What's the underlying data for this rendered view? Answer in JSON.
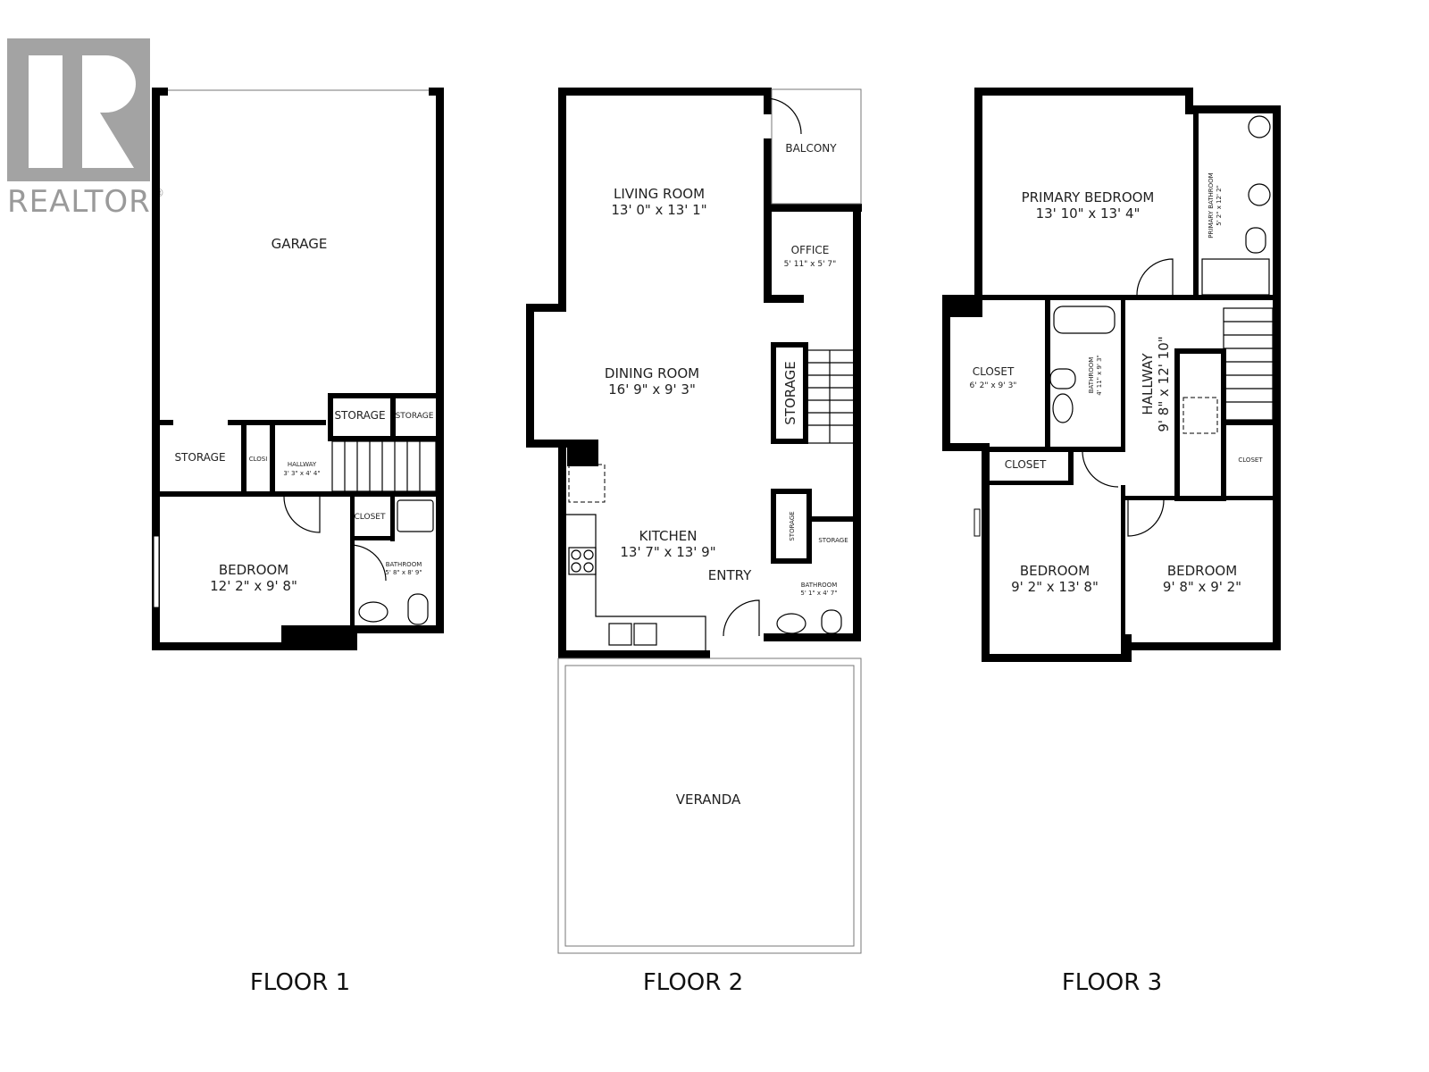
{
  "logo": {
    "text": "REALTOR",
    "mark": "®",
    "color": "#9a9a9a"
  },
  "floors": [
    {
      "label": "FLOOR 1",
      "rooms": {
        "garage": {
          "name": "GARAGE"
        },
        "storage_a": {
          "name": "STORAGE"
        },
        "storage_b": {
          "name": "STORAGE"
        },
        "storage_c": {
          "name": "STORAGE"
        },
        "closet_a": {
          "name": "CLOSI"
        },
        "hallway": {
          "name": "HALLWAY",
          "dims": "3' 3\" x 4' 4\""
        },
        "closet_b": {
          "name": "CLOSET"
        },
        "bedroom": {
          "name": "BEDROOM",
          "dims": "12' 2\" x 9' 8\""
        },
        "bathroom": {
          "name": "BATHROOM",
          "dims": "5' 8\" x 8' 9\""
        }
      }
    },
    {
      "label": "FLOOR 2",
      "rooms": {
        "balcony": {
          "name": "BALCONY"
        },
        "living": {
          "name": "LIVING ROOM",
          "dims": "13' 0\" x 13' 1\""
        },
        "office": {
          "name": "OFFICE",
          "dims": "5' 11\" x 5' 7\""
        },
        "dining": {
          "name": "DINING ROOM",
          "dims": "16' 9\" x 9' 3\""
        },
        "storage_a": {
          "name": "STORAGE"
        },
        "kitchen": {
          "name": "KITCHEN",
          "dims": "13' 7\" x 13' 9\""
        },
        "entry": {
          "name": "ENTRY"
        },
        "storage_b": {
          "name": "STORAGE"
        },
        "storage_c": {
          "name": "STORAGE"
        },
        "bathroom": {
          "name": "BATHROOM",
          "dims": "5' 1\" x 4' 7\""
        },
        "veranda": {
          "name": "VERANDA"
        }
      }
    },
    {
      "label": "FLOOR 3",
      "rooms": {
        "primary_bedroom": {
          "name": "PRIMARY BEDROOM",
          "dims": "13' 10\" x 13' 4\""
        },
        "primary_bathroom": {
          "name": "PRIMARY BATHROOM",
          "dims": "5' 2\" x 12' 2\""
        },
        "closet_a": {
          "name": "CLOSET",
          "dims": "6' 2\" x 9' 3\""
        },
        "bathroom": {
          "name": "BATHROOM",
          "dims": "4' 11\" x 9' 3\""
        },
        "hallway": {
          "name": "HALLWAY",
          "dims": "9' 8\" x 12' 10\""
        },
        "closet_b": {
          "name": "CLOSET"
        },
        "closet_c": {
          "name": "CLOSET"
        },
        "bedroom_a": {
          "name": "BEDROOM",
          "dims": "9' 2\" x 13' 8\""
        },
        "bedroom_b": {
          "name": "BEDROOM",
          "dims": "9' 8\" x 9' 2\""
        }
      }
    }
  ]
}
